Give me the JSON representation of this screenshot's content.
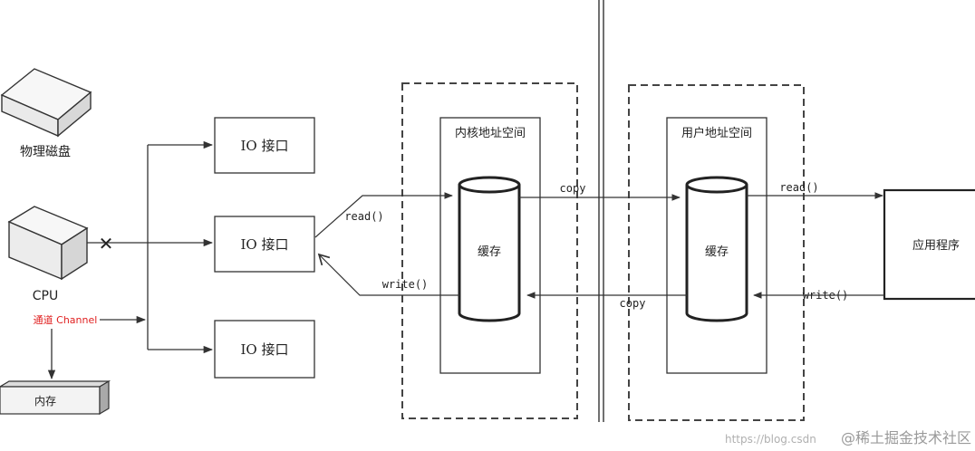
{
  "labels": {
    "disk": "物理磁盘",
    "cpu": "CPU",
    "channel": "通道 Channel",
    "memory": "内存",
    "io_top": "IO 接口",
    "io_mid": "IO 接口",
    "io_bottom": "IO 接口",
    "kernel_space": "内核地址空间",
    "user_space": "用户地址空间",
    "kernel_cache": "缓存",
    "user_cache": "缓存",
    "app": "应用程序",
    "read_io": "read()",
    "write_io": "write()",
    "copy_top": "copy",
    "copy_bottom": "copy",
    "read_app": "read()",
    "write_app": "write()",
    "blocked_mark": "✕"
  },
  "watermark": {
    "url_text": "https://blog.csdn",
    "brand": "@稀土掘金技术社区"
  },
  "colors": {
    "line": "#333333",
    "channel_text": "#e02020",
    "memory_face": "#f0f0f0",
    "memory_side": "#b8b8b8",
    "device_face": "#f7f7f7",
    "watermark": "#9a9a9a"
  },
  "icons": {
    "disk": "hard-disk-icon",
    "cpu": "cpu-box-icon",
    "blocked": "cross-icon"
  }
}
